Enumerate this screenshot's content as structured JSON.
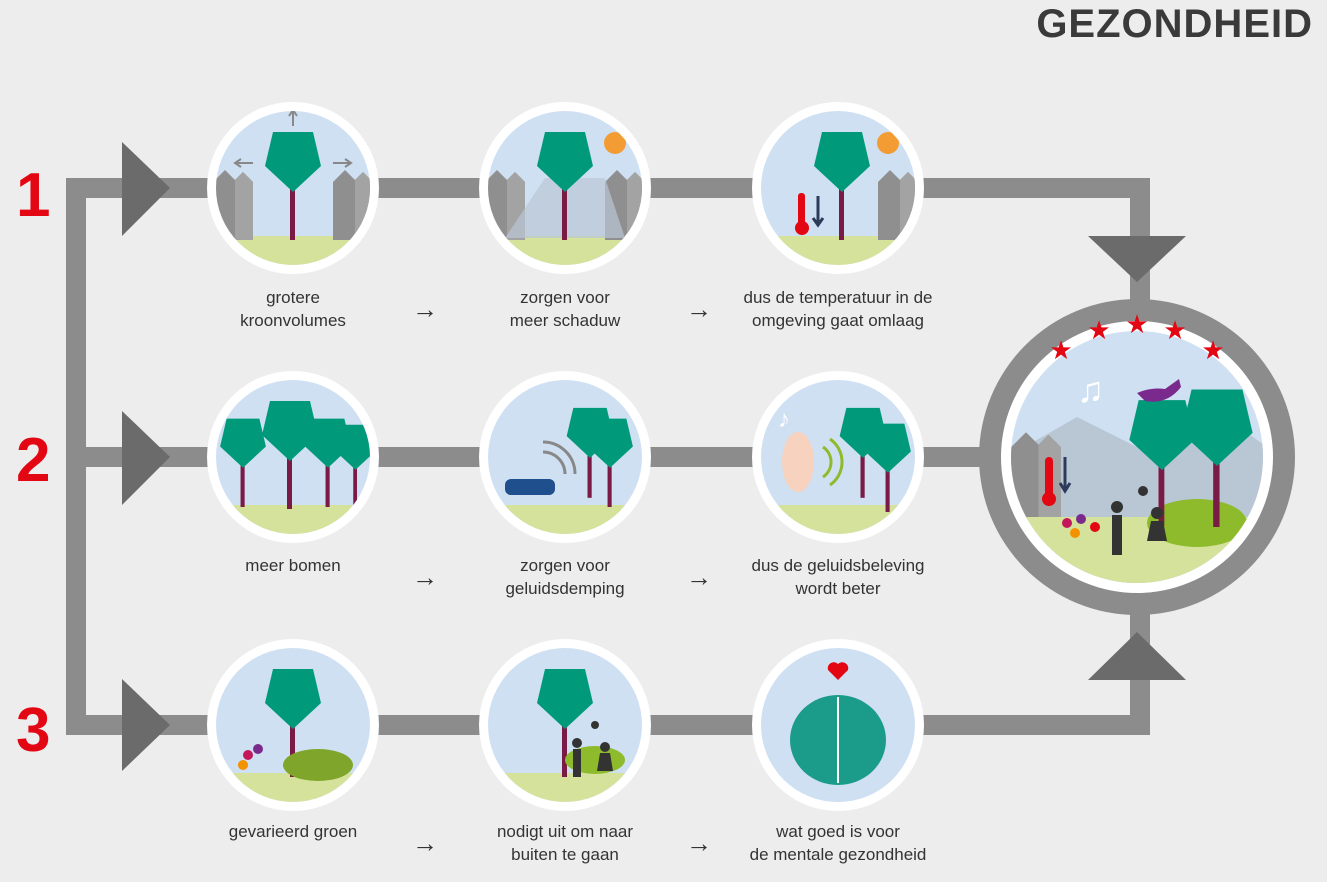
{
  "title": "GEZONDHEID",
  "rows": [
    {
      "number": "1",
      "steps": [
        "grotere\nkroonvolumes",
        "zorgen voor\nmeer schaduw",
        "dus de temperatuur in de\nomgeving gaat omlaag"
      ]
    },
    {
      "number": "2",
      "steps": [
        "meer bomen",
        "zorgen voor\ngeluidsdemping",
        "dus de geluidsbeleving\nwordt beter"
      ]
    },
    {
      "number": "3",
      "steps": [
        "gevarieerd groen",
        "nodigt uit om naar\nbuiten te gaan",
        "wat goed is voor\nde mentale gezondheid"
      ]
    }
  ],
  "arrow_glyph": "→",
  "colors": {
    "accent": "#e30613",
    "pipe": "#8c8c8c",
    "tree": "#009a7a",
    "trunk": "#7a1b45",
    "sky": "#cfe0f3",
    "grass": "#d4e29c"
  }
}
